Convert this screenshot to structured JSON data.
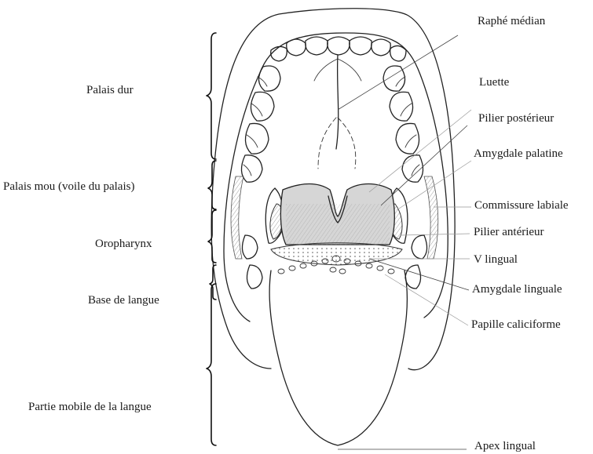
{
  "left_labels": {
    "hard_palate": "Palais dur",
    "soft_palate": "Palais mou (voile du palais)",
    "oropharynx": "Oropharynx",
    "tongue_base": "Base de langue",
    "mobile_tongue": "Partie mobile de la langue"
  },
  "right_labels": {
    "median_raphe": "Raphé médian",
    "uvula": "Luette",
    "posterior_pillar": "Pilier postérieur",
    "palatine_tonsil": "Amygdale palatine",
    "labial_commissure": "Commissure labiale",
    "anterior_pillar": "Pilier antérieur",
    "lingual_v": "V lingual",
    "lingual_tonsil": "Amygdale linguale",
    "circumvallate_papilla": "Papille caliciforme",
    "lingual_apex": "Apex lingual"
  },
  "colors": {
    "line": "#222222",
    "shade": "#cfcfcf",
    "background": "#ffffff"
  }
}
